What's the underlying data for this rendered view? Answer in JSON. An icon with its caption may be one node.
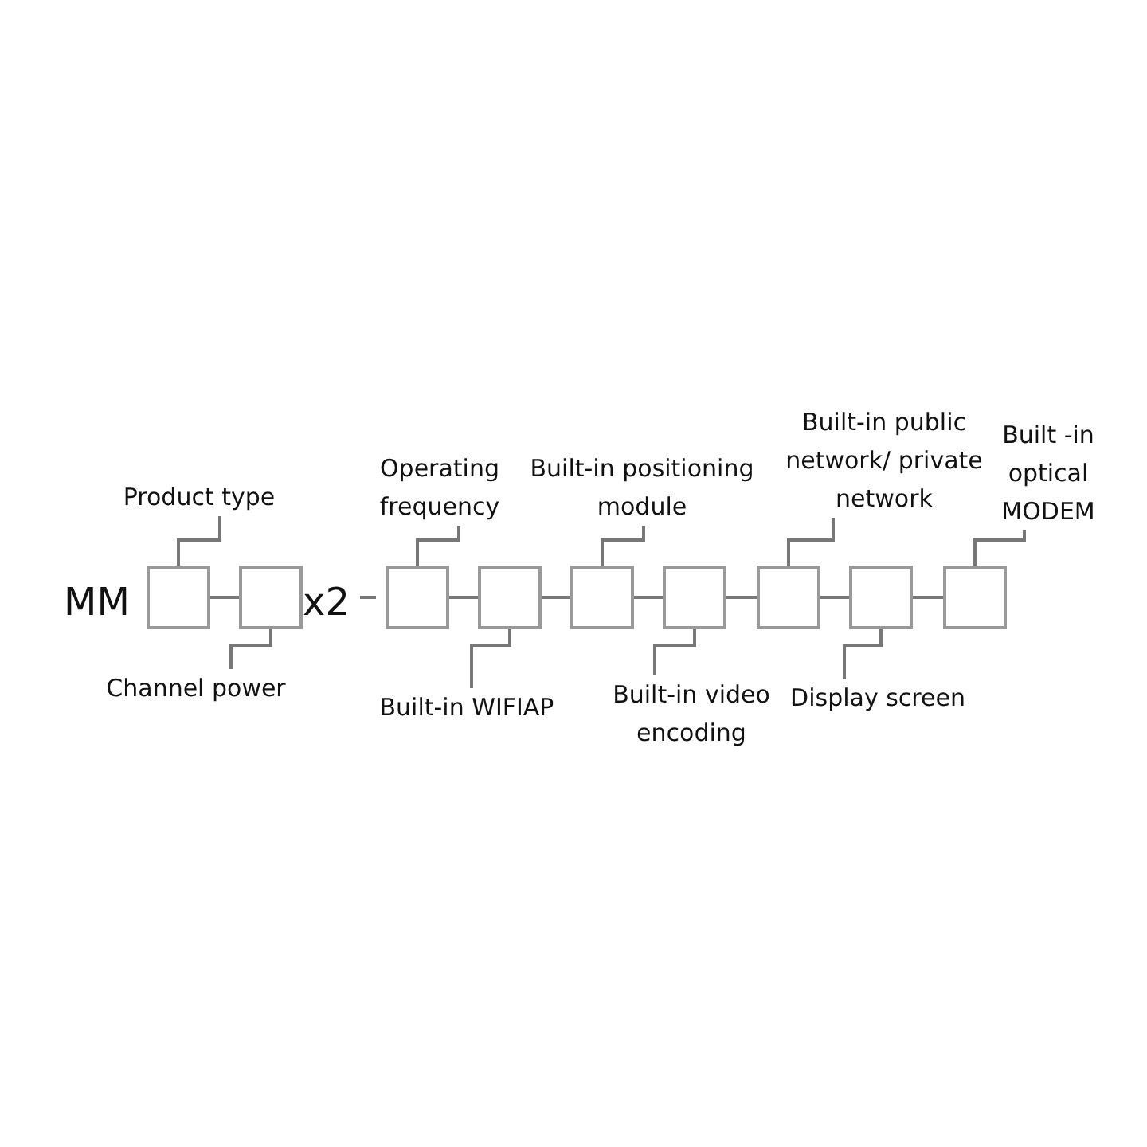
{
  "diagram": {
    "nodes": [
      {
        "text": [],
        "shape": "box"
      },
      {
        "text": [],
        "shape": "box"
      },
      {
        "text": [],
        "shape": "box"
      },
      {
        "text": [],
        "shape": "box"
      },
      {
        "text": [],
        "shape": "box"
      },
      {
        "text": [],
        "shape": "box"
      },
      {
        "text": [],
        "shape": "box"
      },
      {
        "text": [],
        "shape": "box"
      },
      {
        "text": [],
        "shape": "box"
      },
      {
        "text": [
          "Product type"
        ]
      },
      {
        "text": [
          "Channel power"
        ]
      },
      {
        "text": [
          "Operating frequency"
        ]
      },
      {
        "text": [
          "Built-in WIFIAP"
        ]
      },
      {
        "text": [
          "Built-in positioning module"
        ]
      },
      {
        "text": [
          "Built-in video encoding"
        ]
      },
      {
        "text": [
          "Built-in public network/ private network"
        ]
      },
      {
        "text": [
          "Display screen"
        ]
      },
      {
        "text": [
          "Built -in optical MODEM"
        ]
      }
    ],
    "edges": [
      {
        "from": 9,
        "to": 0,
        "arrow": "none"
      },
      {
        "from": 10,
        "to": 1,
        "arrow": "none"
      },
      {
        "from": 11,
        "to": 2,
        "arrow": "none"
      },
      {
        "from": 12,
        "to": 3,
        "arrow": "none"
      },
      {
        "from": 13,
        "to": 4,
        "arrow": "none"
      },
      {
        "from": 14,
        "to": 5,
        "arrow": "none"
      },
      {
        "from": 15,
        "to": 6,
        "arrow": "none"
      },
      {
        "from": 16,
        "to": 7,
        "arrow": "none"
      },
      {
        "from": 17,
        "to": 8,
        "arrow": "none"
      },
      {
        "from": 0,
        "to": 1,
        "arrow": "none"
      },
      {
        "from": 2,
        "to": 3,
        "arrow": "none"
      },
      {
        "from": 3,
        "to": 4,
        "arrow": "none"
      },
      {
        "from": 4,
        "to": 5,
        "arrow": "none"
      },
      {
        "from": 5,
        "to": 6,
        "arrow": "none"
      },
      {
        "from": 6,
        "to": 7,
        "arrow": "none"
      },
      {
        "from": 7,
        "to": 8,
        "arrow": "none"
      }
    ],
    "labels": [
      "MM",
      "x2"
    ]
  }
}
